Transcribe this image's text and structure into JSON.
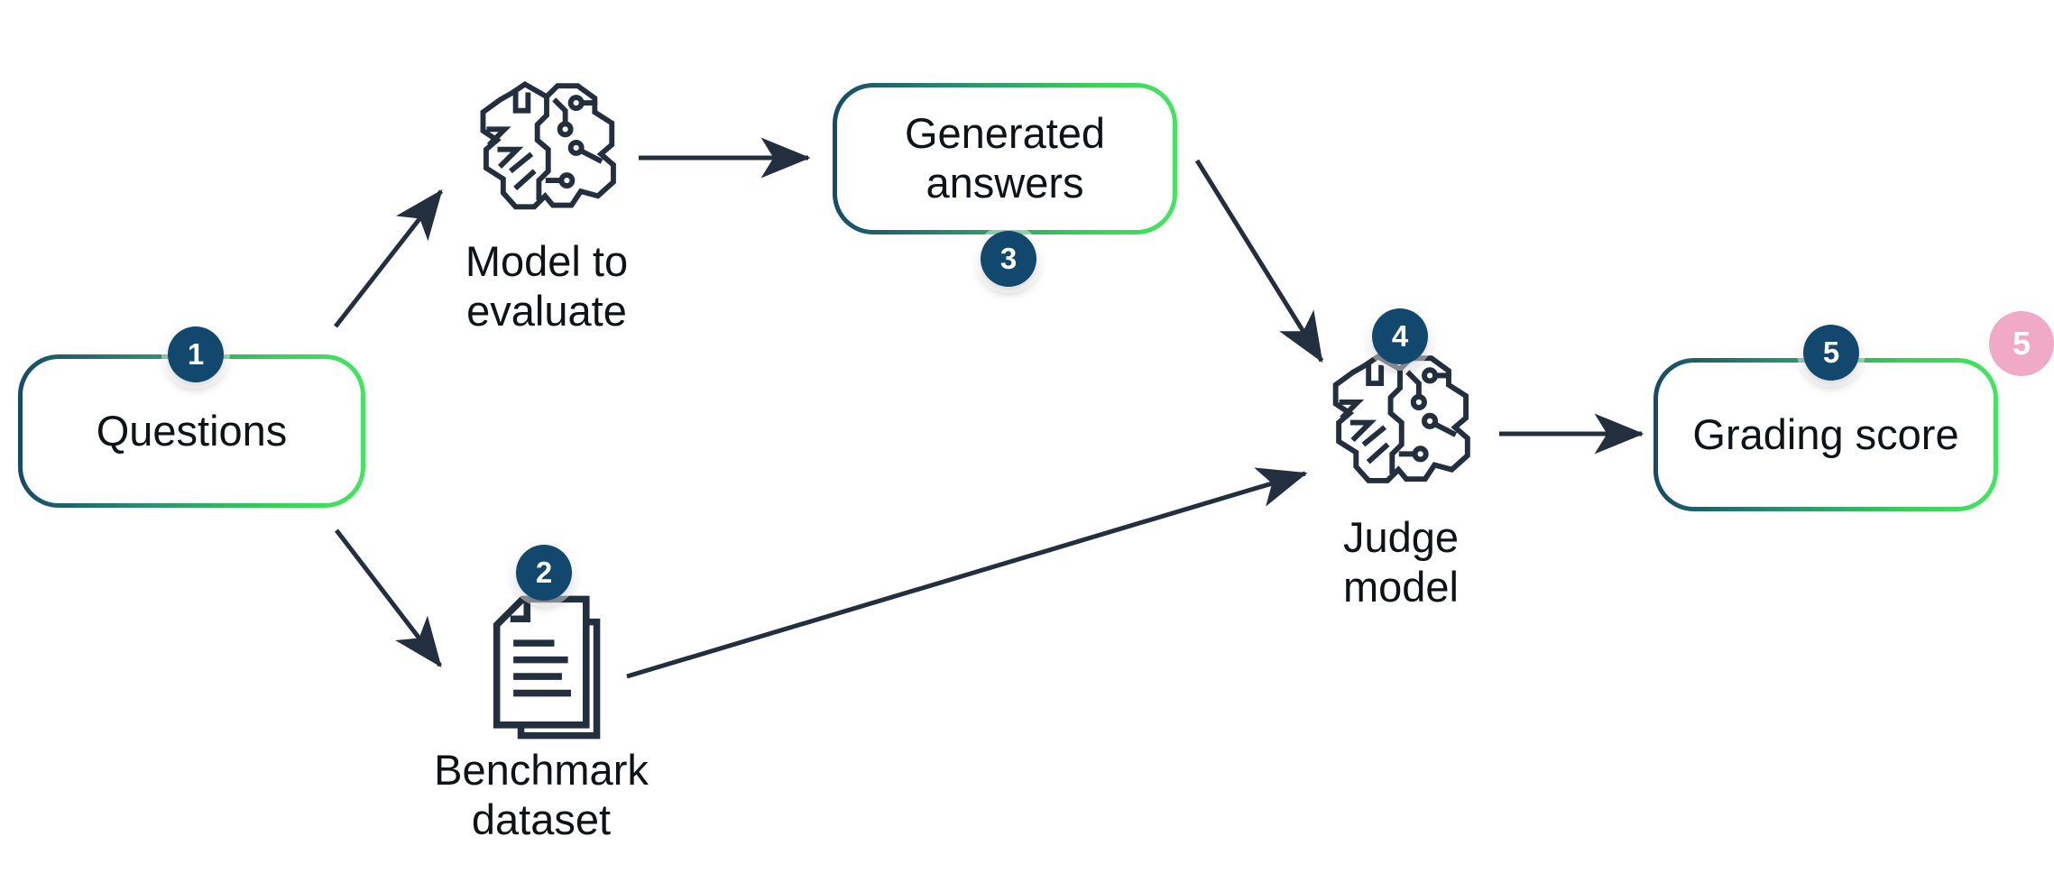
{
  "diagram": {
    "description": "LLM-as-a-judge evaluation flow",
    "background": "#ffffff"
  },
  "colors": {
    "ink": "#232f3e",
    "badge_navy": "#12486e",
    "border_gradient": [
      "#154a68",
      "#2b8a70",
      "#3bd159",
      "#41e75e"
    ],
    "pink_annotation": "#f0a9c6",
    "text": "#0e1318"
  },
  "nodes": {
    "questions": {
      "type": "box",
      "label": "Questions",
      "badge": "1"
    },
    "model_to_evaluate": {
      "type": "icon",
      "icon": "ml-model-brain-icon",
      "lines": [
        "Model to",
        "evaluate"
      ]
    },
    "benchmark_dataset": {
      "type": "icon",
      "icon": "documents-icon",
      "badge": "2",
      "lines": [
        "Benchmark",
        "dataset"
      ]
    },
    "generated_answers": {
      "type": "box",
      "badge": "3",
      "lines": [
        "Generated",
        "answers"
      ]
    },
    "judge_model": {
      "type": "icon",
      "icon": "ml-model-brain-icon",
      "badge": "4",
      "lines": [
        "Judge",
        "model"
      ]
    },
    "grading_score": {
      "type": "box",
      "label": "Grading score",
      "badge": "5"
    }
  },
  "edges": [
    {
      "from": "questions",
      "to": "model_to_evaluate"
    },
    {
      "from": "questions",
      "to": "benchmark_dataset"
    },
    {
      "from": "model_to_evaluate",
      "to": "generated_answers"
    },
    {
      "from": "generated_answers",
      "to": "judge_model"
    },
    {
      "from": "benchmark_dataset",
      "to": "judge_model"
    },
    {
      "from": "judge_model",
      "to": "grading_score"
    }
  ],
  "annotation": {
    "badge": "5"
  }
}
